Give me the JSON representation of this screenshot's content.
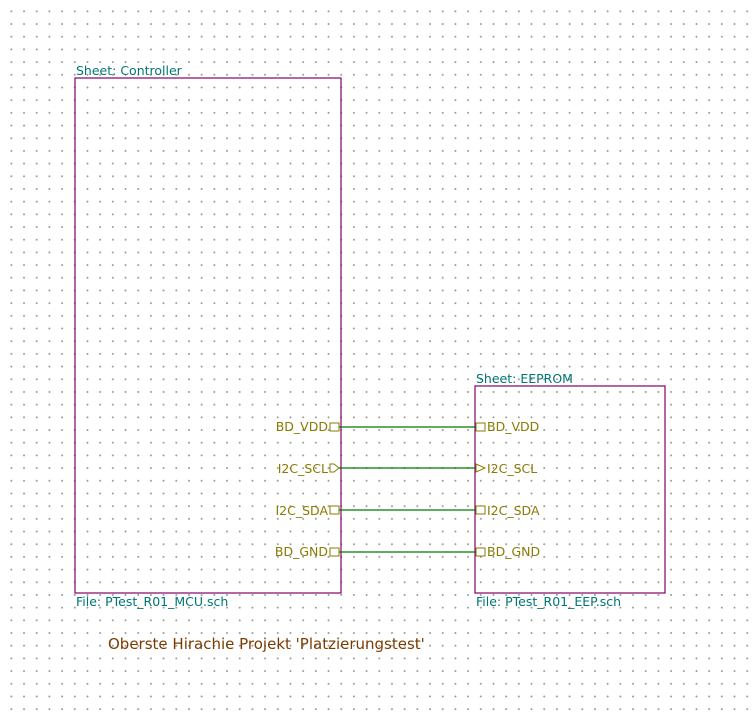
{
  "sheets": {
    "controller": {
      "name": "Sheet: Controller",
      "file": "File: PTest_R01_MCU.sch",
      "pins": [
        "BD_VDD",
        "I2C_SCL",
        "I2C_SDA",
        "BD_GND"
      ]
    },
    "eeprom": {
      "name": "Sheet: EEPROM",
      "file": "File: PTest_R01_EEP.sch",
      "pins": [
        "BD_VDD",
        "I2C_SCL",
        "I2C_SDA",
        "BD_GND"
      ]
    }
  },
  "note": "Oberste Hirachie Projekt 'Platzierungstest'",
  "colors": {
    "sheet_border": "#84006b",
    "sheet_label": "#007575",
    "pin_label": "#8a7a00",
    "wire": "#007a00",
    "note": "#7a3b00"
  }
}
